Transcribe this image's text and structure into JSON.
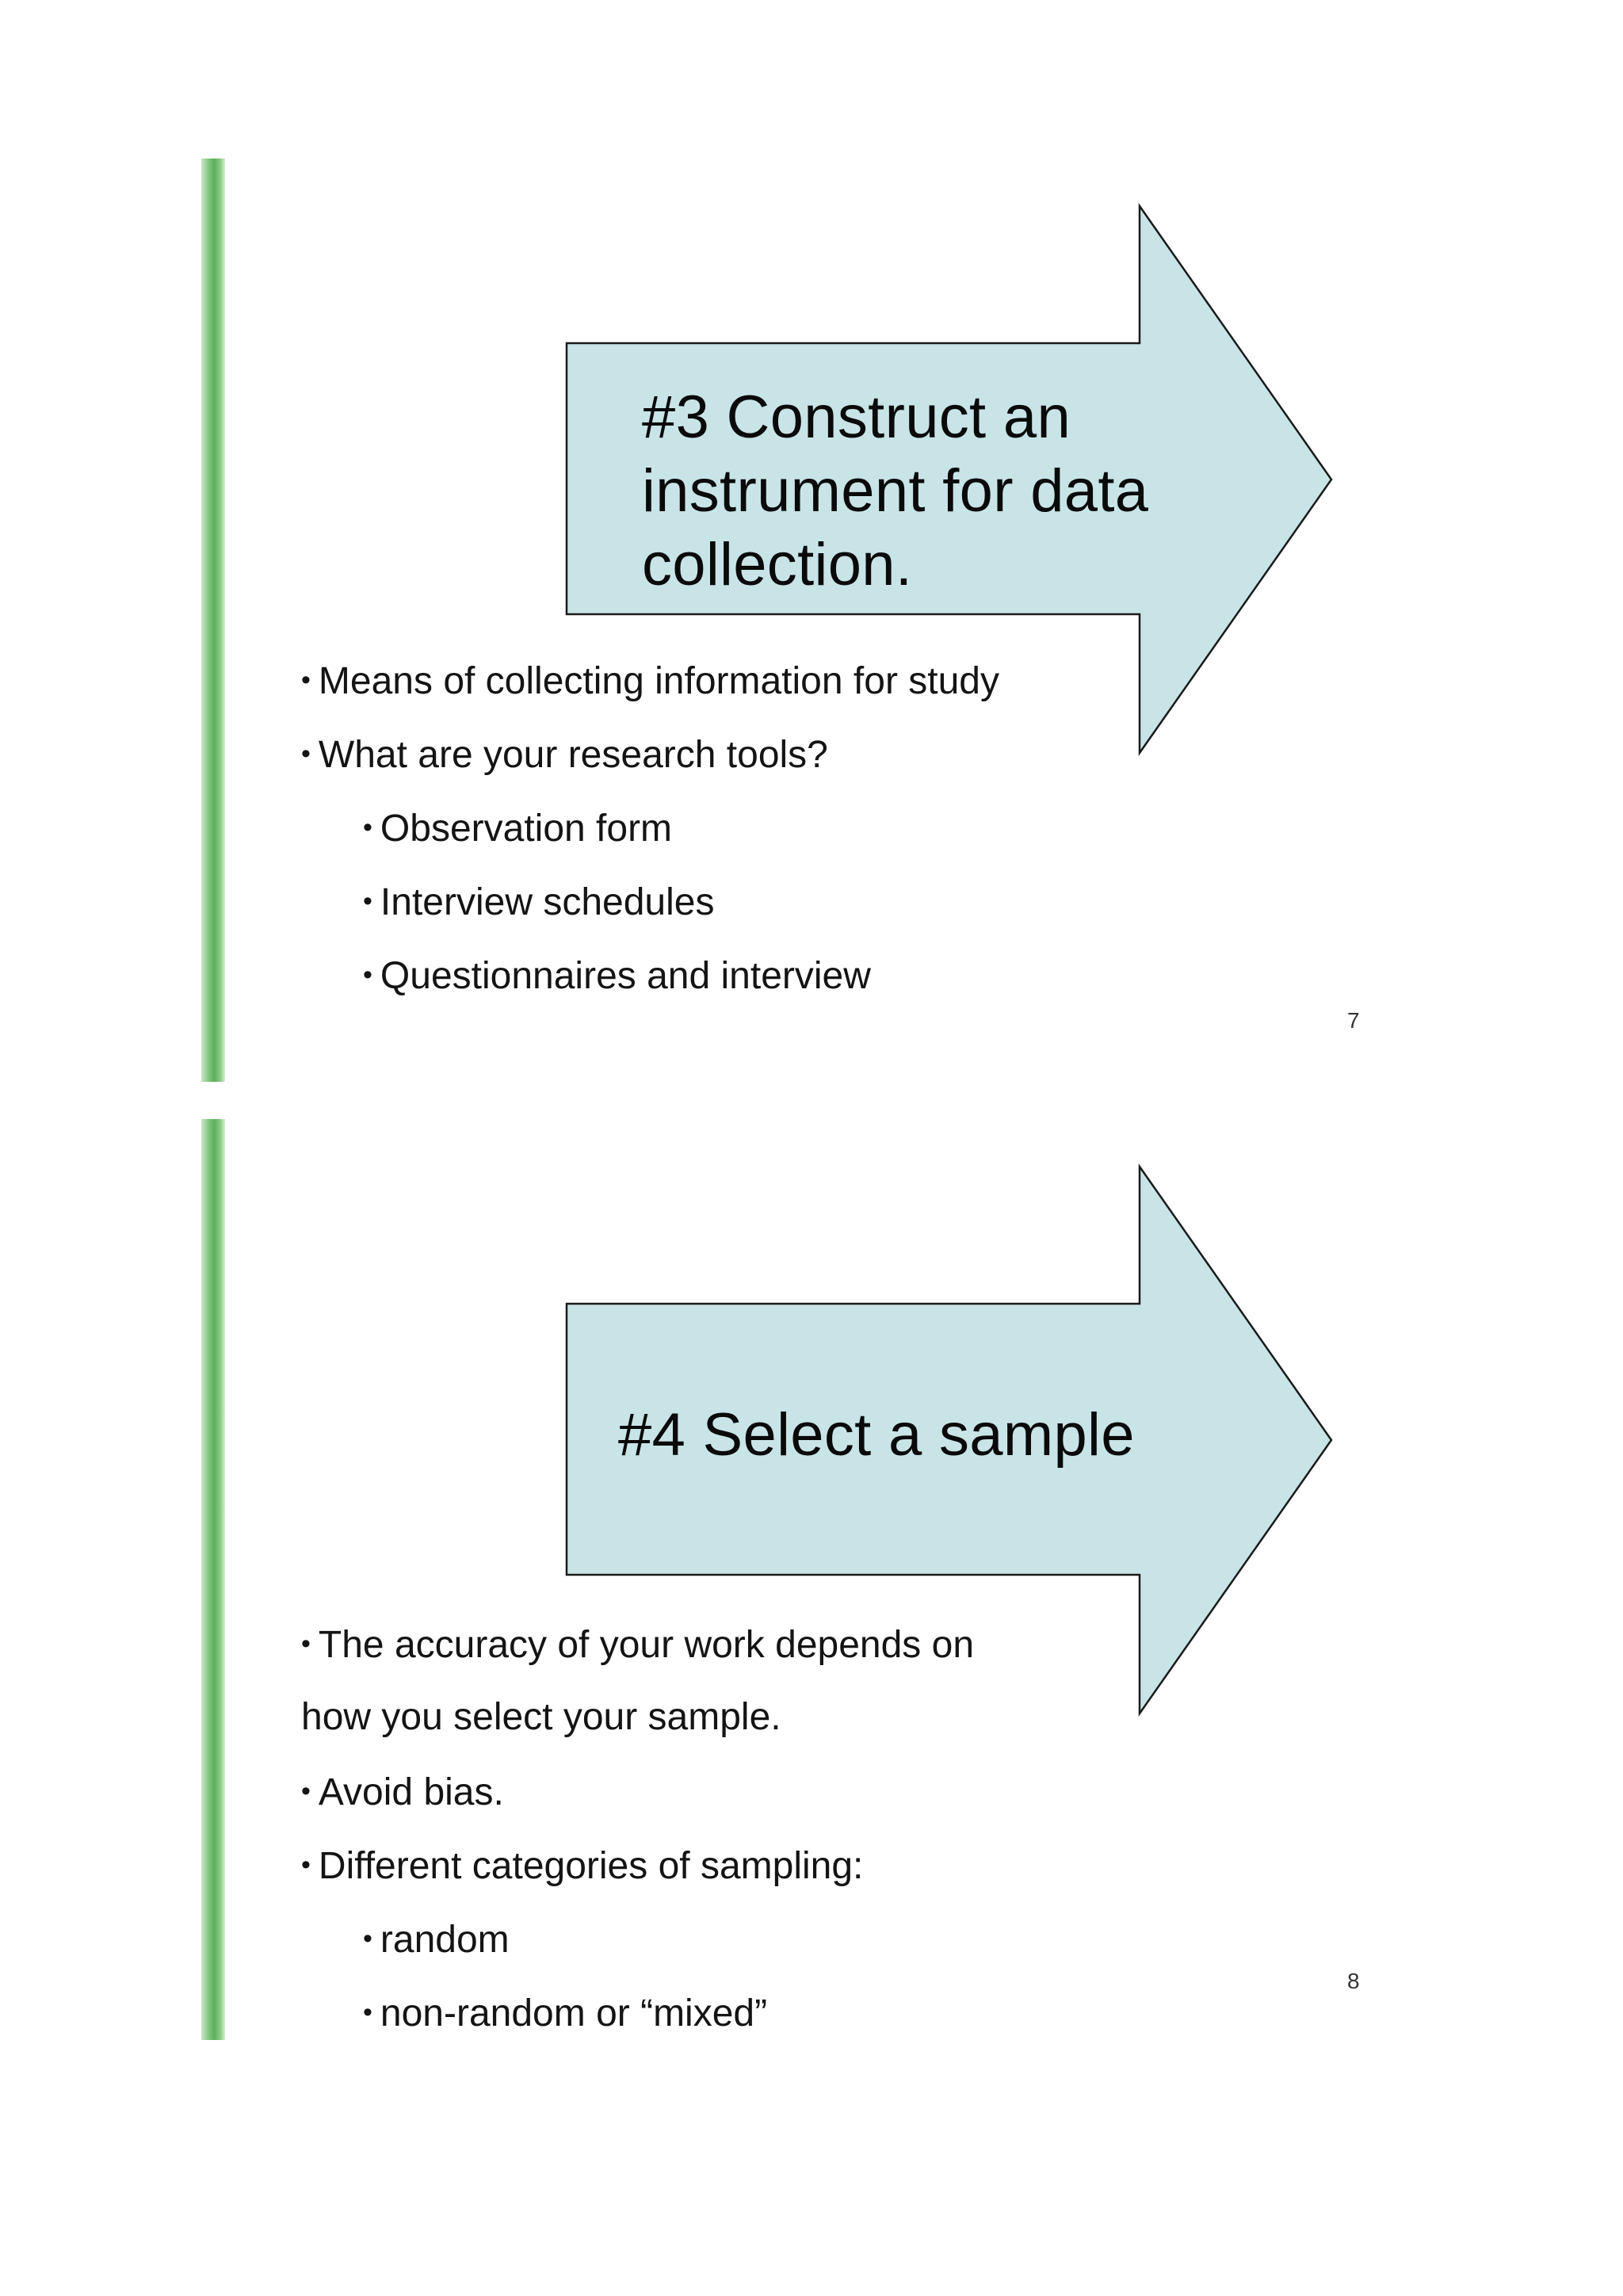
{
  "slides": [
    {
      "title": "#3 Construct an instrument for data collection.",
      "bullets": [
        {
          "text": "Means of collecting information for study",
          "level": 1
        },
        {
          "text": "What are your research tools?",
          "level": 1
        },
        {
          "text": "Observation form",
          "level": 2
        },
        {
          "text": "Interview schedules",
          "level": 2
        },
        {
          "text": "Questionnaires and interview",
          "level": 2
        }
      ],
      "page_number": "7"
    },
    {
      "title": "#4 Select a sample",
      "bullets": [
        {
          "text": "The accuracy of your work depends on",
          "level": 1
        },
        {
          "text": "how you select your sample.",
          "level": 1,
          "continuation": true
        },
        {
          "text": "Avoid bias.",
          "level": 1
        },
        {
          "text": "Different categories of sampling:",
          "level": 1
        },
        {
          "text": "random",
          "level": 2
        },
        {
          "text": "non-random or “mixed”",
          "level": 2
        }
      ],
      "page_number": "8"
    }
  ],
  "bullet_glyph": "•",
  "colors": {
    "arrow_fill": "#c8e4e6",
    "arrow_stroke": "#1a1a1a",
    "accent_bar": "#6bb868"
  }
}
